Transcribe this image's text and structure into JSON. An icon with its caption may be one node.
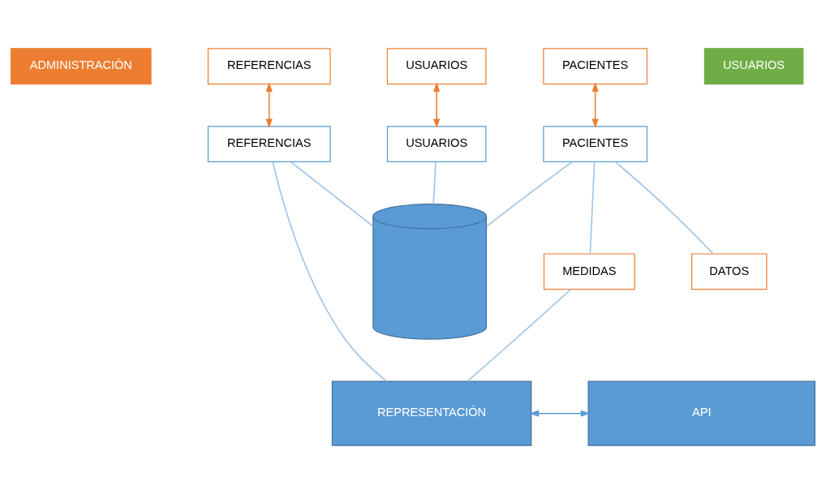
{
  "diagram": {
    "nodes": [
      {
        "text": [
          "ADMINISTRACIÓN"
        ]
      },
      {
        "text": [
          "USUARIOS"
        ]
      },
      {
        "text": [
          "PACIENTES"
        ]
      },
      {
        "text": [
          "REFERENCIAS"
        ]
      },
      {
        "text": [],
        "shape": "cylinder"
      },
      {
        "text": [
          "USUARIOS"
        ]
      },
      {
        "text": [
          "PACIENTES"
        ]
      },
      {
        "text": [
          "REFERENCIAS"
        ]
      },
      {
        "text": [
          "MEDIDAS"
        ]
      },
      {
        "text": [
          "DATOS"
        ]
      },
      {
        "text": [
          "REPRESENTACIÓN"
        ]
      },
      {
        "text": [
          "API"
        ]
      },
      {
        "text": [
          "USUARIOS"
        ]
      }
    ],
    "edges": [
      {
        "from": 1,
        "to": 5,
        "arrow": "both",
        "color": "#ed7d31"
      },
      {
        "from": 2,
        "to": 6,
        "arrow": "both",
        "color": "#ed7d31"
      },
      {
        "from": 3,
        "to": 7,
        "arrow": "both",
        "color": "#ed7d31"
      },
      {
        "from": 5,
        "to": 4,
        "arrow": "none"
      },
      {
        "from": 6,
        "to": 4,
        "arrow": "none"
      },
      {
        "from": 7,
        "to": 4,
        "arrow": "none"
      },
      {
        "from": 6,
        "to": 8,
        "arrow": "none"
      },
      {
        "from": 6,
        "to": 9,
        "arrow": "none"
      },
      {
        "from": 8,
        "to": 10,
        "arrow": "none"
      },
      {
        "from": 7,
        "to": 10,
        "arrow": "none"
      },
      {
        "from": 10,
        "to": 11,
        "arrow": "both",
        "color": "#5b9bd5"
      }
    ]
  }
}
